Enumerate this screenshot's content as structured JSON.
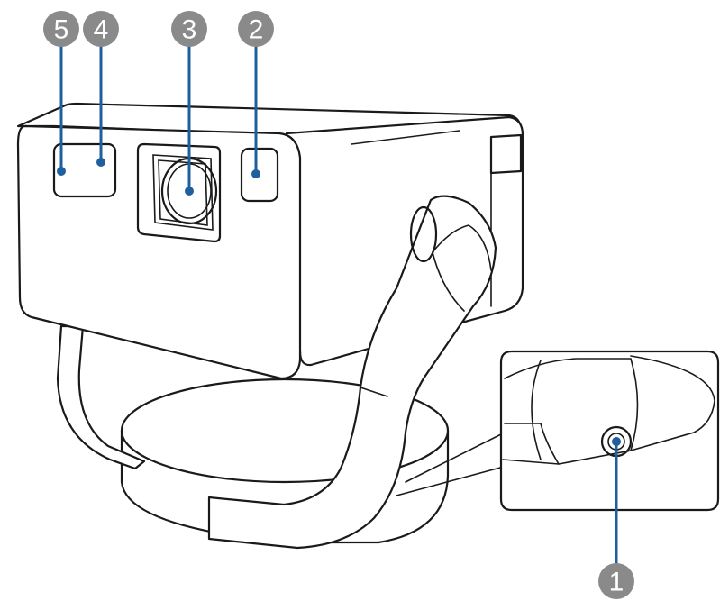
{
  "callouts": [
    {
      "id": "c5",
      "number": "5"
    },
    {
      "id": "c4",
      "number": "4"
    },
    {
      "id": "c3",
      "number": "3"
    },
    {
      "id": "c2",
      "number": "2"
    },
    {
      "id": "c1",
      "number": "1"
    }
  ],
  "colors": {
    "badge": "#8a8a8a",
    "leader": "#1f5f9e",
    "outline": "#1a1a1a"
  }
}
